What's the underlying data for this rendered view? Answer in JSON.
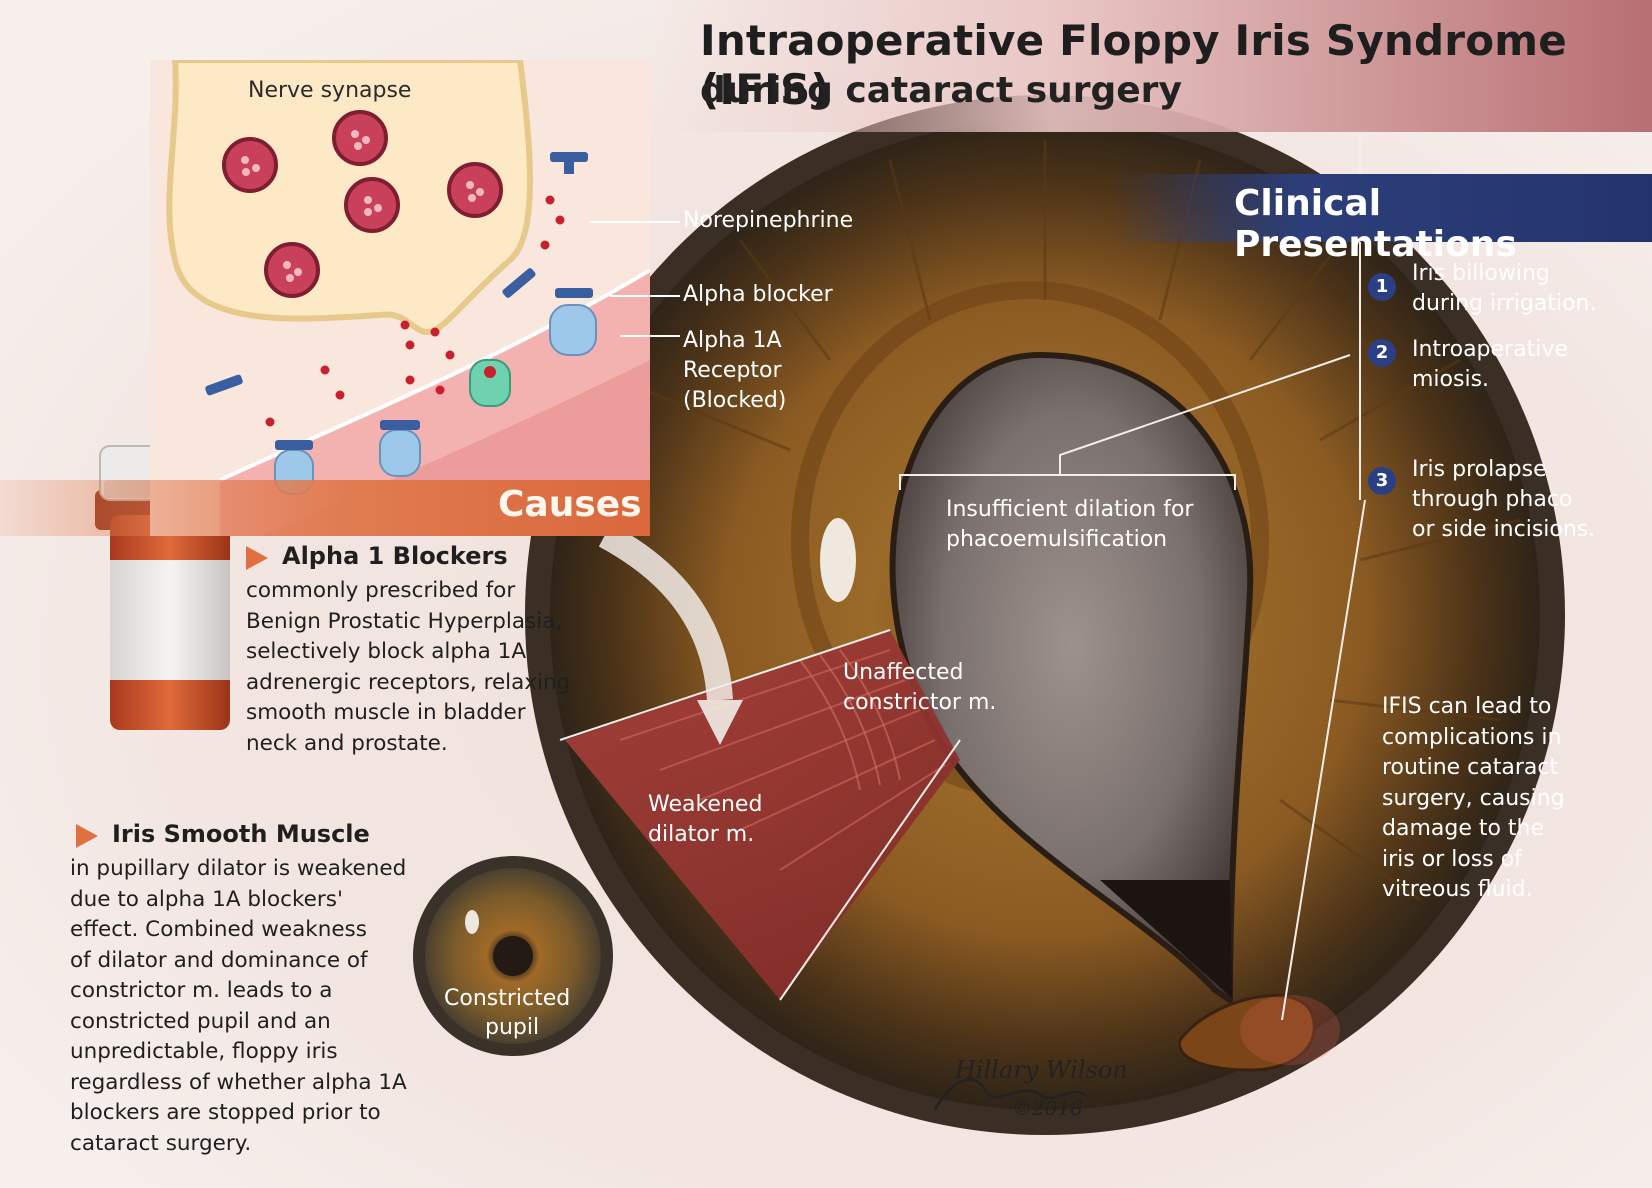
{
  "header": {
    "title": "Intraoperative Floppy Iris Syndrome (IFIS)",
    "subtitle": "during cataract surgery"
  },
  "synapse": {
    "title": "Nerve synapse",
    "labels": {
      "norepinephrine": "Norepinephrine",
      "alpha_blocker": "Alpha blocker",
      "receptor_line1": "Alpha 1A",
      "receptor_line2": "Receptor",
      "receptor_line3": "(Blocked)"
    },
    "section_label": "Causes"
  },
  "causes": {
    "alpha_heading": "Alpha 1 Blockers",
    "alpha_text": "commonly prescribed for\nBenign Prostatic Hyperplasia,\nselectively block alpha 1A\nadrenergic receptors, relaxing\nsmooth muscle in bladder\nneck and prostate.",
    "iris_heading": "Iris Smooth Muscle",
    "iris_text": "in pupillary dilator is weakened\ndue to alpha 1A blockers'\neffect. Combined weakness\nof dilator and dominance of\nconstrictor m. leads to a\nconstricted pupil and an\nunpredictable, floppy iris\nregardless of whether alpha 1A\nblockers are stopped prior to\ncataract surgery."
  },
  "eye_labels": {
    "insufficient_line1": "Insufficient dilation for",
    "insufficient_line2": "phacoemulsification",
    "unaffected_line1": "Unaffected",
    "unaffected_line2": "constrictor m.",
    "weakened_line1": "Weakened",
    "weakened_line2": "dilator m.",
    "constricted_line1": "Constricted",
    "constricted_line2": "pupil"
  },
  "clinical": {
    "title": "Clinical Presentations",
    "items": [
      {
        "num": "1",
        "text": "Iris billowing\nduring irrigation."
      },
      {
        "num": "2",
        "text": "Introaperative\nmiosis."
      },
      {
        "num": "3",
        "text": "Iris prolapse\nthrough phaco\nor side incisions."
      }
    ],
    "note": "IFIS can lead to\ncomplications in\nroutine cataract\nsurgery, causing\ndamage to the\niris or loss of\nvitreous fluid."
  },
  "signature": "Hillary Wilson",
  "copyright": "©2018",
  "colors": {
    "accent_orange": "#e07b50",
    "clinical_blue": "#2c3f7a",
    "iris_brown": "#9a6a2a",
    "neurotransmitter_red": "#c8202c"
  }
}
